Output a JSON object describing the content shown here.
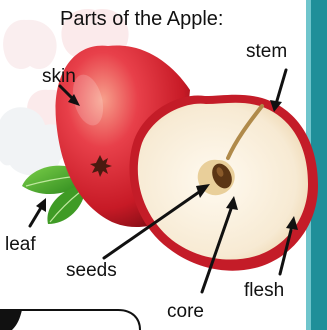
{
  "title": "Parts of the Apple:",
  "labels": {
    "skin": "skin",
    "stem": "stem",
    "leaf": "leaf",
    "seeds": "seeds",
    "core": "core",
    "flesh": "flesh"
  },
  "colors": {
    "skin_red": "#d8222e",
    "skin_highlight": "#f07a6a",
    "flesh": "#fbf3e6",
    "leaf_green": "#4aa52a",
    "seed_brown": "#5b3514",
    "teal_border": "#1f8f99",
    "arrow": "#111111"
  }
}
